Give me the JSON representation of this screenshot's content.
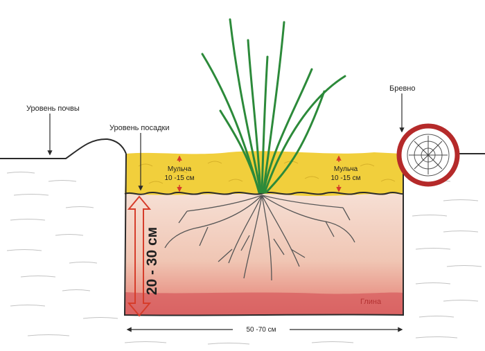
{
  "labels": {
    "soil_level": "Уровень почвы",
    "planting_level": "Уровень посадки",
    "log": "Бревно",
    "mulch_left": {
      "name": "Мульча",
      "range": "10 -15 см"
    },
    "mulch_right": {
      "name": "Мульча",
      "range": "10 -15 см"
    },
    "depth": "20 - 30 см",
    "clay": "Глина",
    "width": "50 -70 см"
  },
  "colors": {
    "mulch": "#f1cf3c",
    "planting_soil": "#f0c8b8",
    "clay": "#d96464",
    "leaf": "#2c8a3a",
    "root": "#555555",
    "log_outline": "#b52a2a",
    "arrow": "#d63c2a",
    "soil_line": "#2a2a2a"
  }
}
